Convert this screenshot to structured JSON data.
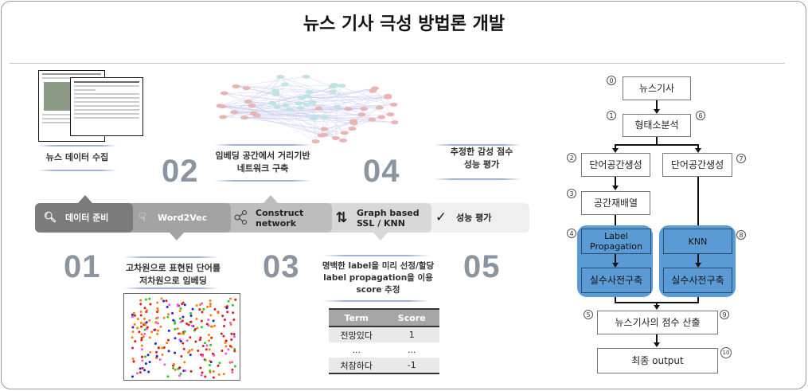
{
  "title": "뉴스 기사 극성 방법론 개발",
  "steps": [
    {
      "number": "01",
      "caption": [
        "고차원으로 표현된  단어를",
        "저차원으로 임베딩"
      ]
    },
    {
      "number": "02",
      "caption": [
        "임베딩 공간에서 거리기반",
        "네트워크 구축"
      ]
    },
    {
      "number": "03",
      "caption": [
        "명백한 label을 미리 선정/할당",
        "label propagation을 이용",
        "score 추정"
      ]
    },
    {
      "number": "04",
      "caption": [
        "추정한 감성 점수",
        "성능 평가"
      ]
    },
    {
      "number": "05"
    }
  ],
  "news_caption": "뉴스 데이터 수집",
  "band": [
    {
      "icon": "search-icon",
      "label": "데이터 준비",
      "color": "#7b7b7b"
    },
    {
      "icon": "hand-pointer-icon",
      "label": "Word2Vec",
      "color": "#a3a3a3"
    },
    {
      "icon": "share-icon",
      "label": [
        "Construct",
        "network"
      ],
      "color": "#bdbdbd"
    },
    {
      "icon": "sort-arrows-icon",
      "label": [
        "Graph based",
        "SSL / KNN"
      ],
      "color": "#d8d8d8"
    },
    {
      "icon": "check-icon",
      "label": "성능 평가",
      "color": "#efefef"
    }
  ],
  "table": {
    "headers": [
      "Term",
      "Score"
    ],
    "rows": [
      [
        "전망있다",
        "1"
      ],
      [
        "...",
        "..."
      ],
      [
        "처참하다",
        "-1"
      ]
    ]
  },
  "flow": {
    "news": "뉴스기사",
    "morph": "형태소분석",
    "space_left": "단어공간생성",
    "space_right": "단어공간생성",
    "rearrange": "공간재배열",
    "label_prop": [
      "Label",
      "Propagation"
    ],
    "knn": "KNN",
    "dict_left": "실수사전구축",
    "dict_right": "실수사전구축",
    "score": "뉴스기사의 점수 산출",
    "output": "최종 output",
    "markers": [
      "0",
      "1",
      "2",
      "3",
      "4",
      "5",
      "6",
      "7",
      "8",
      "9",
      "10"
    ],
    "accent": "#5b9bd5"
  }
}
